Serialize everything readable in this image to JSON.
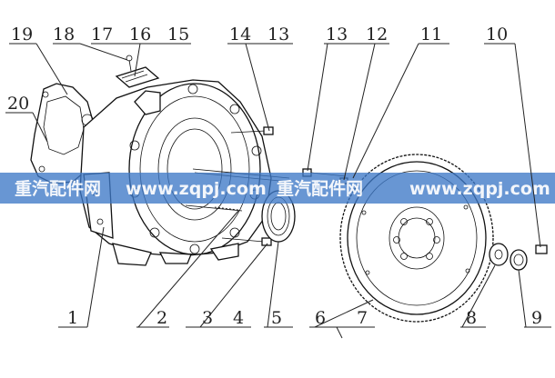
{
  "labels": {
    "l1": "1",
    "l2": "2",
    "l3": "3",
    "l4": "4",
    "l5": "5",
    "l6": "6",
    "l7": "7",
    "l8": "8",
    "l9": "9",
    "l10": "10",
    "l11": "11",
    "l12": "12",
    "l13a": "13",
    "l13b": "13",
    "l14": "14",
    "l15": "15",
    "l16": "16",
    "l17": "17",
    "l18": "18",
    "l19": "19",
    "l20": "20"
  },
  "watermark": {
    "segments": [
      "重汽配件网",
      "www.zqpj.com",
      "重汽配件网",
      "www.zqpj.com"
    ],
    "band_color": "#3d78c6"
  }
}
